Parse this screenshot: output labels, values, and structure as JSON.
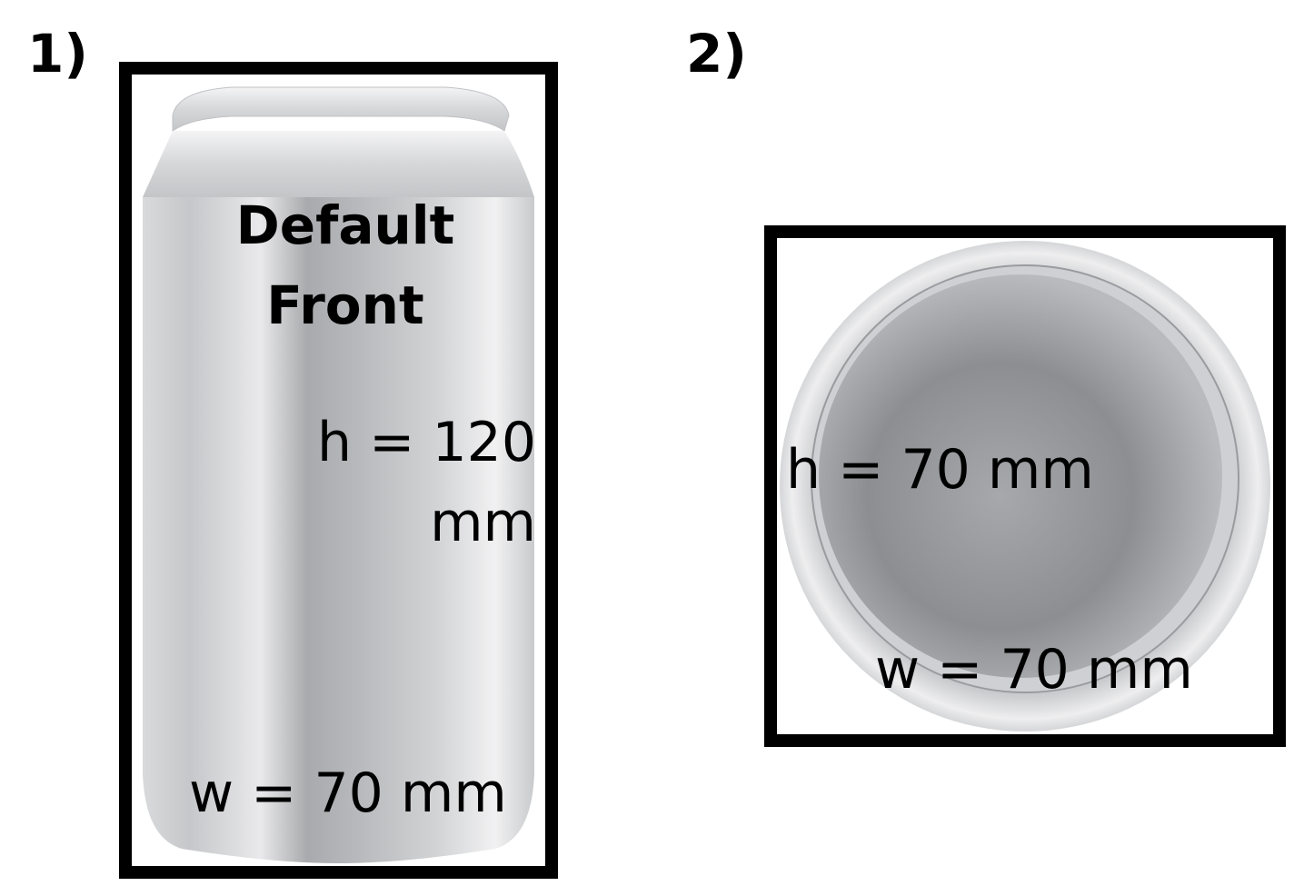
{
  "panels": [
    {
      "number": "1)",
      "view_label_line1": "Default",
      "view_label_line2": "Front",
      "height_line1": "h = 120",
      "height_line2": "mm",
      "width": "w = 70 mm"
    },
    {
      "number": "2)",
      "height": "h = 70 mm",
      "width": "w = 70 mm"
    }
  ],
  "colors": {
    "frame": "#000000",
    "can_light": "#e8e8ea",
    "can_mid": "#b4b5b8",
    "can_dark": "#8c8d91"
  }
}
